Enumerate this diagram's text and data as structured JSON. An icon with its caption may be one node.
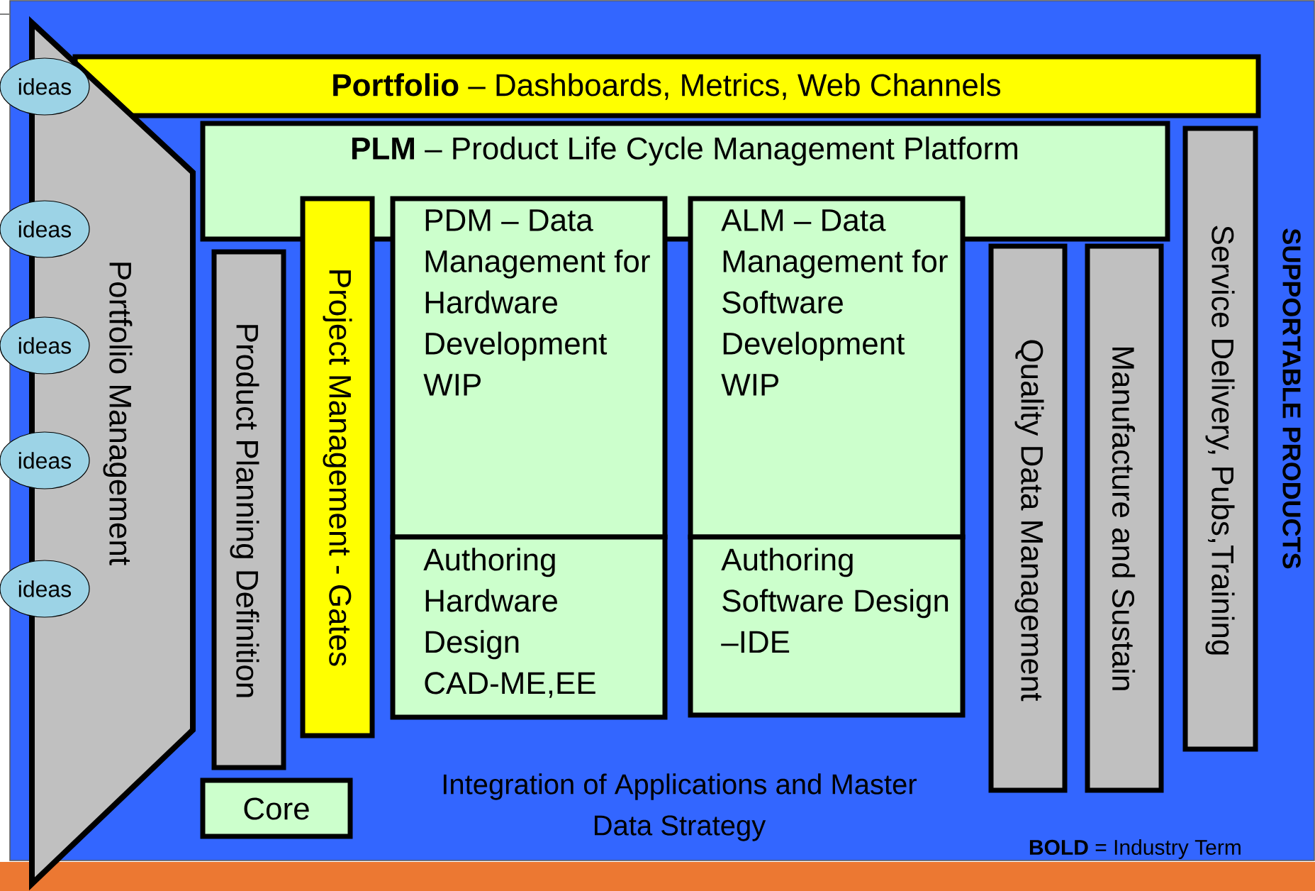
{
  "diagram": {
    "nodes": [
      {
        "text": [
          "**Portfolio** – Dashboards, Metrics, Web Channels"
        ]
      },
      {
        "text": [
          "**PLM** – Product Life Cycle Management Platform"
        ]
      },
      {
        "text": [
          "Portfolio Management"
        ]
      },
      {
        "text": [
          "ideas"
        ]
      },
      {
        "text": [
          "ideas"
        ]
      },
      {
        "text": [
          "ideas"
        ]
      },
      {
        "text": [
          "ideas"
        ]
      },
      {
        "text": [
          "ideas"
        ]
      },
      {
        "text": [
          "Product Planning Definition"
        ]
      },
      {
        "text": [
          "Project Management - Gates"
        ]
      },
      {
        "text": [
          "PDM – Data Management for Hardware Development WIP"
        ]
      },
      {
        "text": [
          "Authoring Hardware Design CAD-ME,EE"
        ]
      },
      {
        "text": [
          "ALM – Data Management for Software Development WIP"
        ]
      },
      {
        "text": [
          "Authoring Software Design –IDE"
        ]
      },
      {
        "text": [
          "Quality Data Management"
        ]
      },
      {
        "text": [
          "Manufacture and Sustain"
        ]
      },
      {
        "text": [
          "Service Delivery, Pubs,Training"
        ]
      },
      {
        "text": [
          "Core"
        ]
      }
    ],
    "labels": [
      "SUPPORTABLE PRODUCTS",
      "Integration of Applications and Master Data Strategy",
      "**BOLD** = Industry Term"
    ]
  }
}
